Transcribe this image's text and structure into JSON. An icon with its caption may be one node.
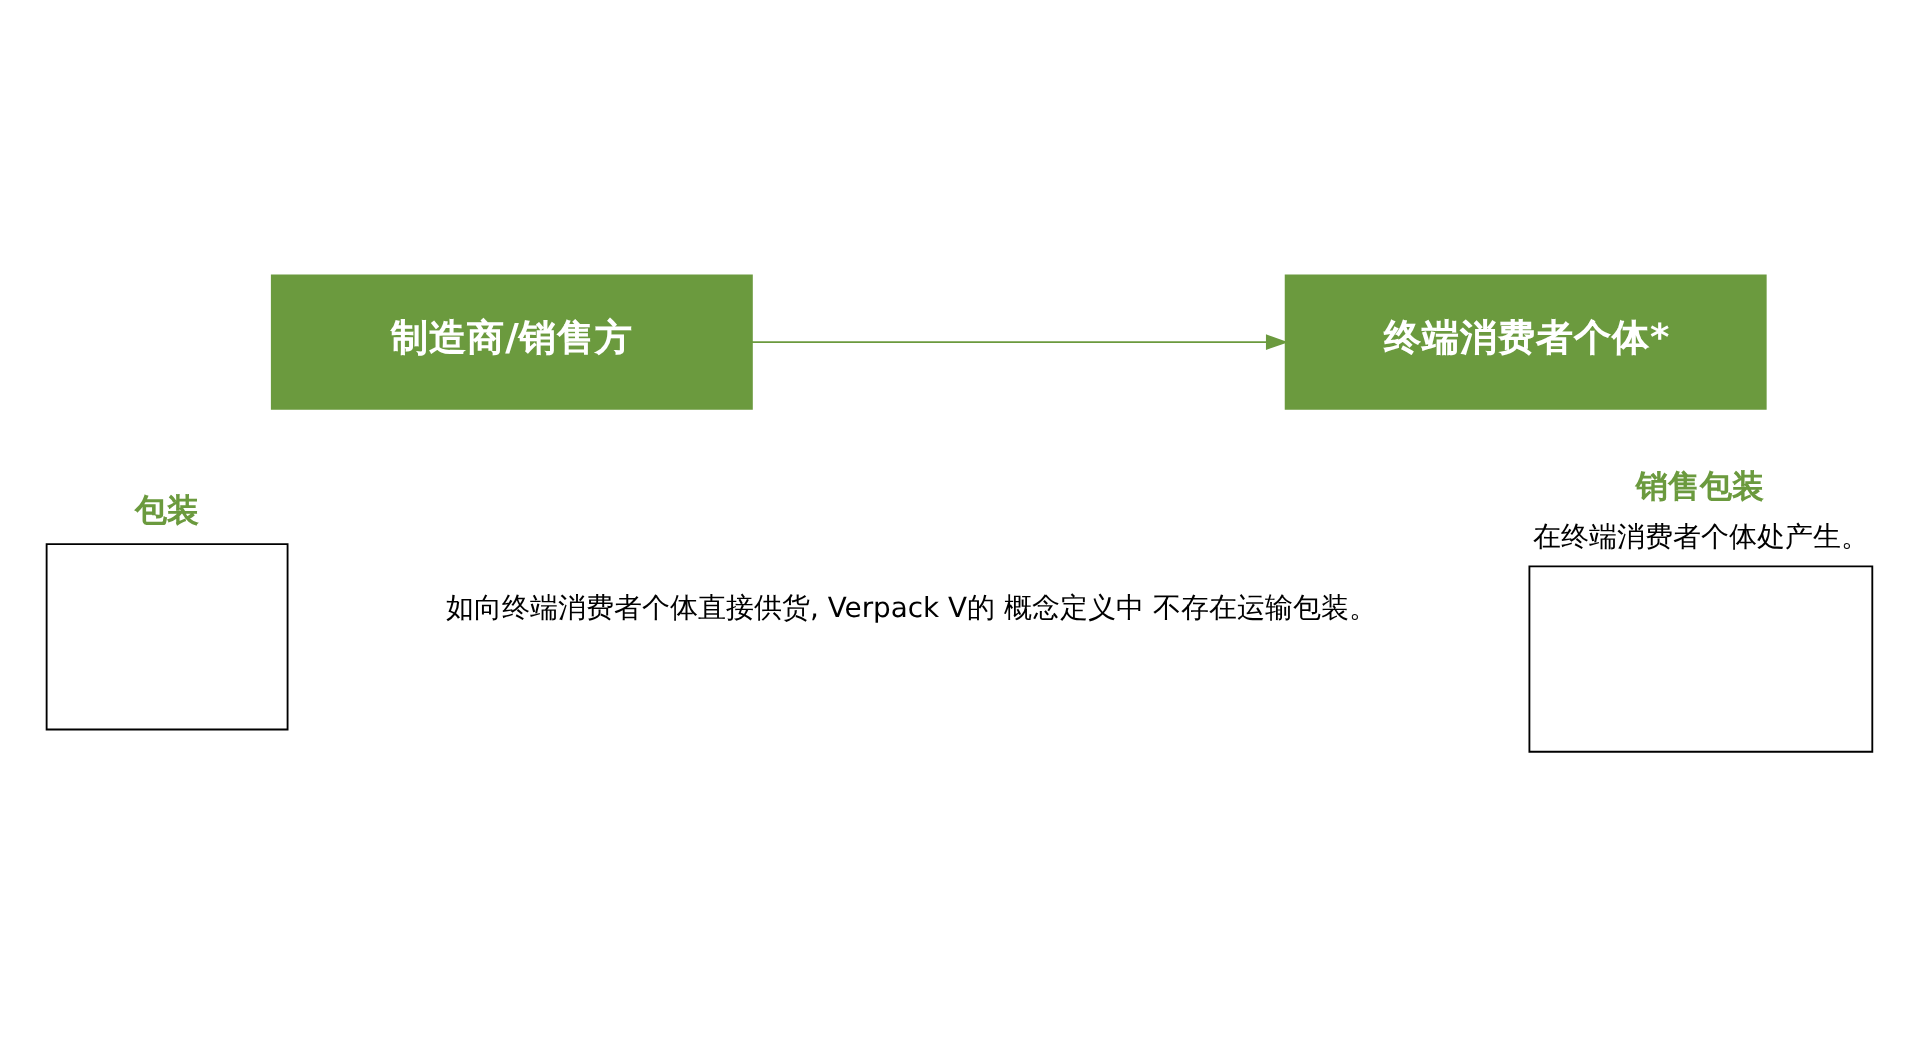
{
  "diagram": {
    "nodes": [
      {
        "text": [
          "制造商/销售方"
        ]
      },
      {
        "text": [
          "终端消费者个体*"
        ]
      },
      {
        "text": [],
        "shape": "box",
        "beside": [
          "包装"
        ]
      },
      {
        "text": [],
        "shape": "box",
        "beside": [
          "销售包装",
          "在终端消费者个体处产生。"
        ]
      }
    ],
    "edges": [
      {
        "from": 0,
        "to": 1,
        "arrow": "to"
      }
    ],
    "labels": [
      "如向终端消费者个体直接供货, Verpack V的 概念定义中 不存在运输包装。"
    ]
  }
}
